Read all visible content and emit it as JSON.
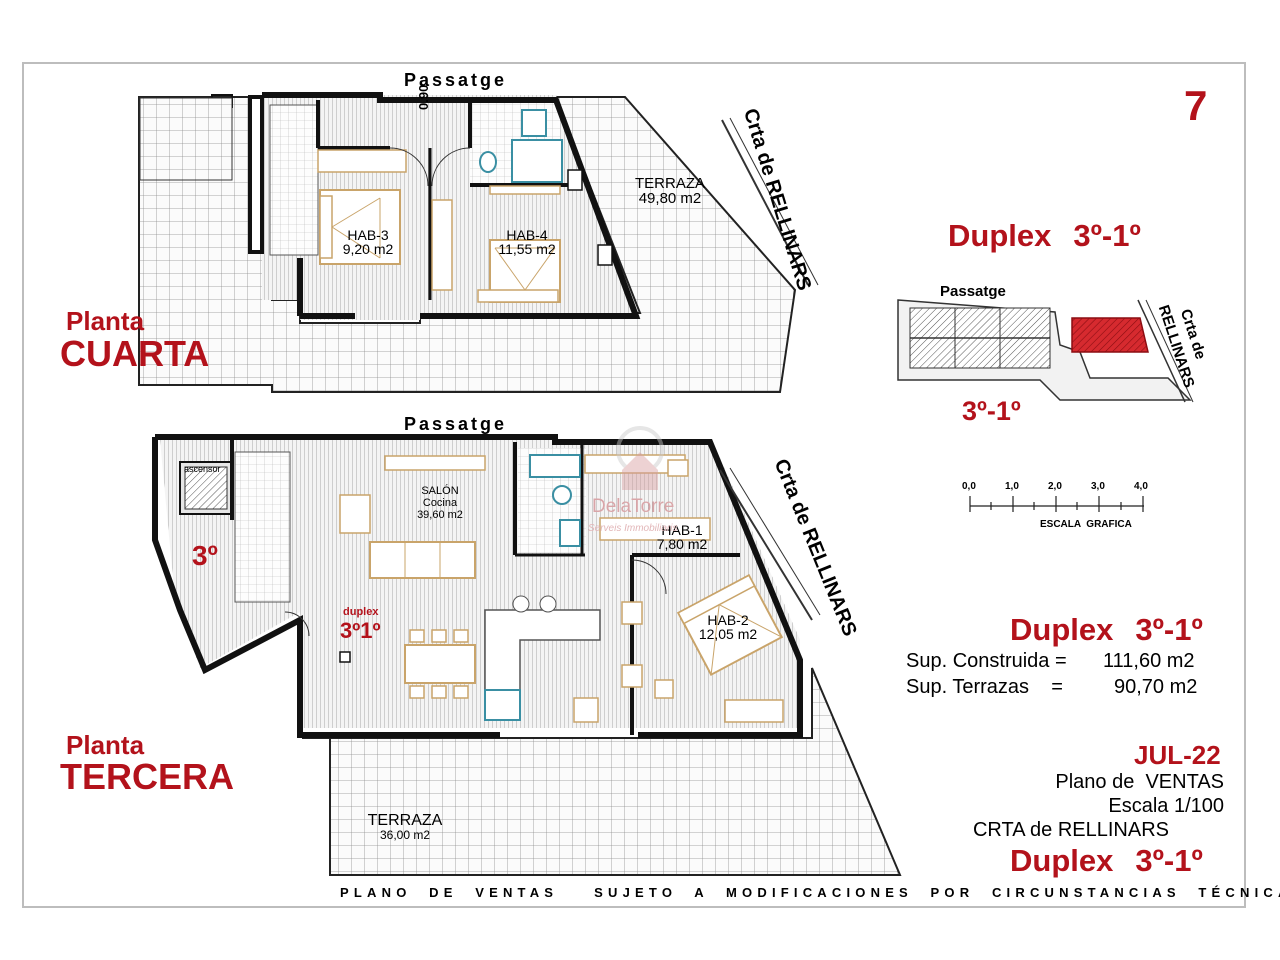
{
  "page_number": "7",
  "unit_title": {
    "name": "Duplex",
    "code": "3º-1º"
  },
  "upper_floor": {
    "label_small": "Planta",
    "label_big": "CUARTA",
    "passage": "Passatge",
    "street": "Crta de RELLINARS",
    "dimension": "0.90",
    "rooms": [
      {
        "name": "HAB-3",
        "area": "9,20 m2"
      },
      {
        "name": "HAB-4",
        "area": "11,55 m2"
      },
      {
        "name": "TERRAZA",
        "area": "49,80 m2"
      }
    ]
  },
  "lower_floor": {
    "label_small": "Planta",
    "label_big": "TERCERA",
    "passage": "Passatge",
    "street": "Crta de RELLINARS",
    "elevator": "ascensor",
    "floor_mark": "3º",
    "unit_small": "duplex",
    "unit_code": "3º1º",
    "rooms": [
      {
        "name": "SALÓN",
        "sub": "Cocina",
        "area": "39,60 m2"
      },
      {
        "name": "HAB-1",
        "area": "7,80 m2"
      },
      {
        "name": "HAB-2",
        "area": "12,05 m2"
      },
      {
        "name": "TERRAZA",
        "area": "36,00 m2"
      }
    ]
  },
  "key_plan": {
    "passage": "Passatge",
    "street_line1": "Crta de",
    "street_line2": "RELLINARS",
    "code": "3º-1º",
    "highlight_color": "#c8191f"
  },
  "scale_bar": {
    "ticks": [
      "0,0",
      "1,0",
      "2,0",
      "3,0",
      "4,0"
    ],
    "label": "ESCALA  GRAFICA"
  },
  "summary": {
    "title_name": "Duplex",
    "title_code": "3º-1º",
    "built_label": "Sup. Construida =",
    "built_value": "111,60 m2",
    "terrace_label": "Sup. Terrazas    =",
    "terrace_value": "90,70 m2"
  },
  "info": {
    "date": "JUL-22",
    "plan_type": "Plano de  VENTAS",
    "scale": "Escala 1/100",
    "address": "CRTA de RELLINARS",
    "unit_name": "Duplex",
    "unit_code": "3º-1º"
  },
  "footer": {
    "left": "PLANO  DE  VENTAS",
    "right": "SUJETO  A  MODIFICACIONES  POR  CIRCUNSTANCIAS  TÉCNICAS"
  },
  "watermark": {
    "brand": "DelaTorre",
    "tagline": "Serveis Immobiliaris"
  },
  "colors": {
    "accent_red": "#b3121b",
    "wall": "#111111",
    "hatch": "#9a9a9a",
    "furniture": "#c9a46a",
    "fixture": "#3a8fa3"
  }
}
